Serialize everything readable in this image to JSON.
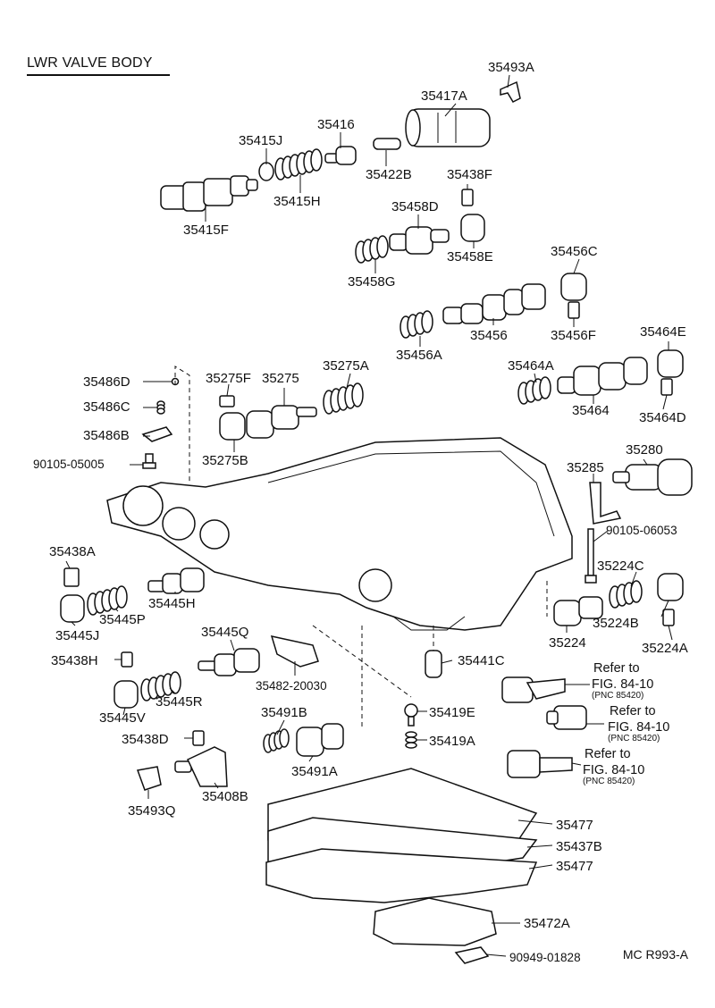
{
  "title": "LWR VALVE BODY",
  "figure_code": "MC R993-A",
  "parts": [
    {
      "id": "p1",
      "label": "35493A"
    },
    {
      "id": "p2",
      "label": "35417A"
    },
    {
      "id": "p3",
      "label": "35416"
    },
    {
      "id": "p4",
      "label": "35415J"
    },
    {
      "id": "p5",
      "label": "35422B"
    },
    {
      "id": "p6",
      "label": "35415H"
    },
    {
      "id": "p7",
      "label": "35438F"
    },
    {
      "id": "p8",
      "label": "35415F"
    },
    {
      "id": "p9",
      "label": "35458D"
    },
    {
      "id": "p10",
      "label": "35458E"
    },
    {
      "id": "p11",
      "label": "35458G"
    },
    {
      "id": "p12",
      "label": "35456C"
    },
    {
      "id": "p13",
      "label": "35456"
    },
    {
      "id": "p14",
      "label": "35456F"
    },
    {
      "id": "p15",
      "label": "35456A"
    },
    {
      "id": "p16",
      "label": "35464E"
    },
    {
      "id": "p17",
      "label": "35486D"
    },
    {
      "id": "p18",
      "label": "35275F"
    },
    {
      "id": "p19",
      "label": "35275"
    },
    {
      "id": "p20",
      "label": "35275A"
    },
    {
      "id": "p21",
      "label": "35464A"
    },
    {
      "id": "p22",
      "label": "35486C"
    },
    {
      "id": "p23",
      "label": "35464"
    },
    {
      "id": "p24",
      "label": "35464D"
    },
    {
      "id": "p25",
      "label": "35486B"
    },
    {
      "id": "p26",
      "label": "35280"
    },
    {
      "id": "p27",
      "label": "90105-05005"
    },
    {
      "id": "p28",
      "label": "35275B"
    },
    {
      "id": "p29",
      "label": "35285"
    },
    {
      "id": "p30",
      "label": "90105-06053"
    },
    {
      "id": "p31",
      "label": "35438A"
    },
    {
      "id": "p32",
      "label": "35224C"
    },
    {
      "id": "p33",
      "label": "35445H"
    },
    {
      "id": "p34",
      "label": "35445P"
    },
    {
      "id": "p35",
      "label": "35224B"
    },
    {
      "id": "p36",
      "label": "35445J"
    },
    {
      "id": "p37",
      "label": "35445Q"
    },
    {
      "id": "p38",
      "label": "35224"
    },
    {
      "id": "p39",
      "label": "35224A"
    },
    {
      "id": "p40",
      "label": "35438H"
    },
    {
      "id": "p41",
      "label": "35441C"
    },
    {
      "id": "p42",
      "label": "35482-20030"
    },
    {
      "id": "p43",
      "label": "35445R"
    },
    {
      "id": "p44",
      "label": "35445V"
    },
    {
      "id": "p45",
      "label": "35491B"
    },
    {
      "id": "p46",
      "label": "35419E"
    },
    {
      "id": "p47",
      "label": "35438D"
    },
    {
      "id": "p48",
      "label": "35419A"
    },
    {
      "id": "p49",
      "label": "35491A"
    },
    {
      "id": "p50",
      "label": "35408B"
    },
    {
      "id": "p51",
      "label": "35493Q"
    },
    {
      "id": "p52",
      "label": "35477"
    },
    {
      "id": "p53",
      "label": "35437B"
    },
    {
      "id": "p54",
      "label": "35477"
    },
    {
      "id": "p55",
      "label": "35472A"
    },
    {
      "id": "p56",
      "label": "90949-01828"
    }
  ],
  "references": [
    {
      "refer": "Refer to",
      "fig": "FIG. 84-10",
      "pnc": "(PNC 85420)"
    },
    {
      "refer": "Refer to",
      "fig": "FIG. 84-10",
      "pnc": "(PNC 85420)"
    },
    {
      "refer": "Refer to",
      "fig": "FIG. 84-10",
      "pnc": "(PNC 85420)"
    }
  ]
}
